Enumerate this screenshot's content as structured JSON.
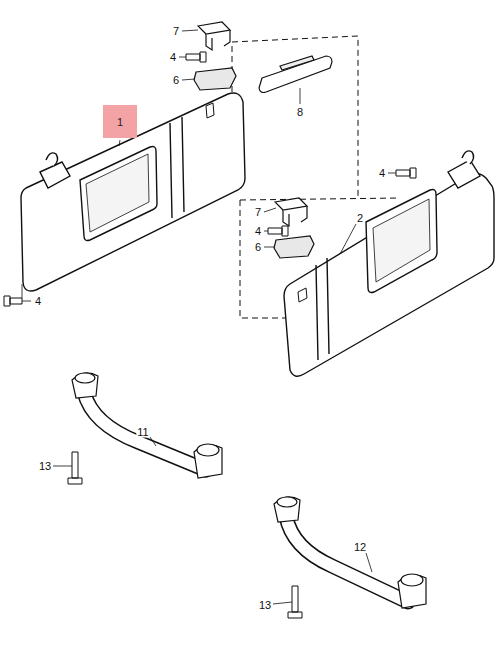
{
  "diagram": {
    "nodes": [
      {
        "text": [
          "1"
        ]
      }
    ],
    "labels": [
      "7",
      "4",
      "6",
      "8",
      "4",
      "2",
      "7",
      "4",
      "6",
      "4",
      "11",
      "13",
      "12",
      "13"
    ]
  }
}
